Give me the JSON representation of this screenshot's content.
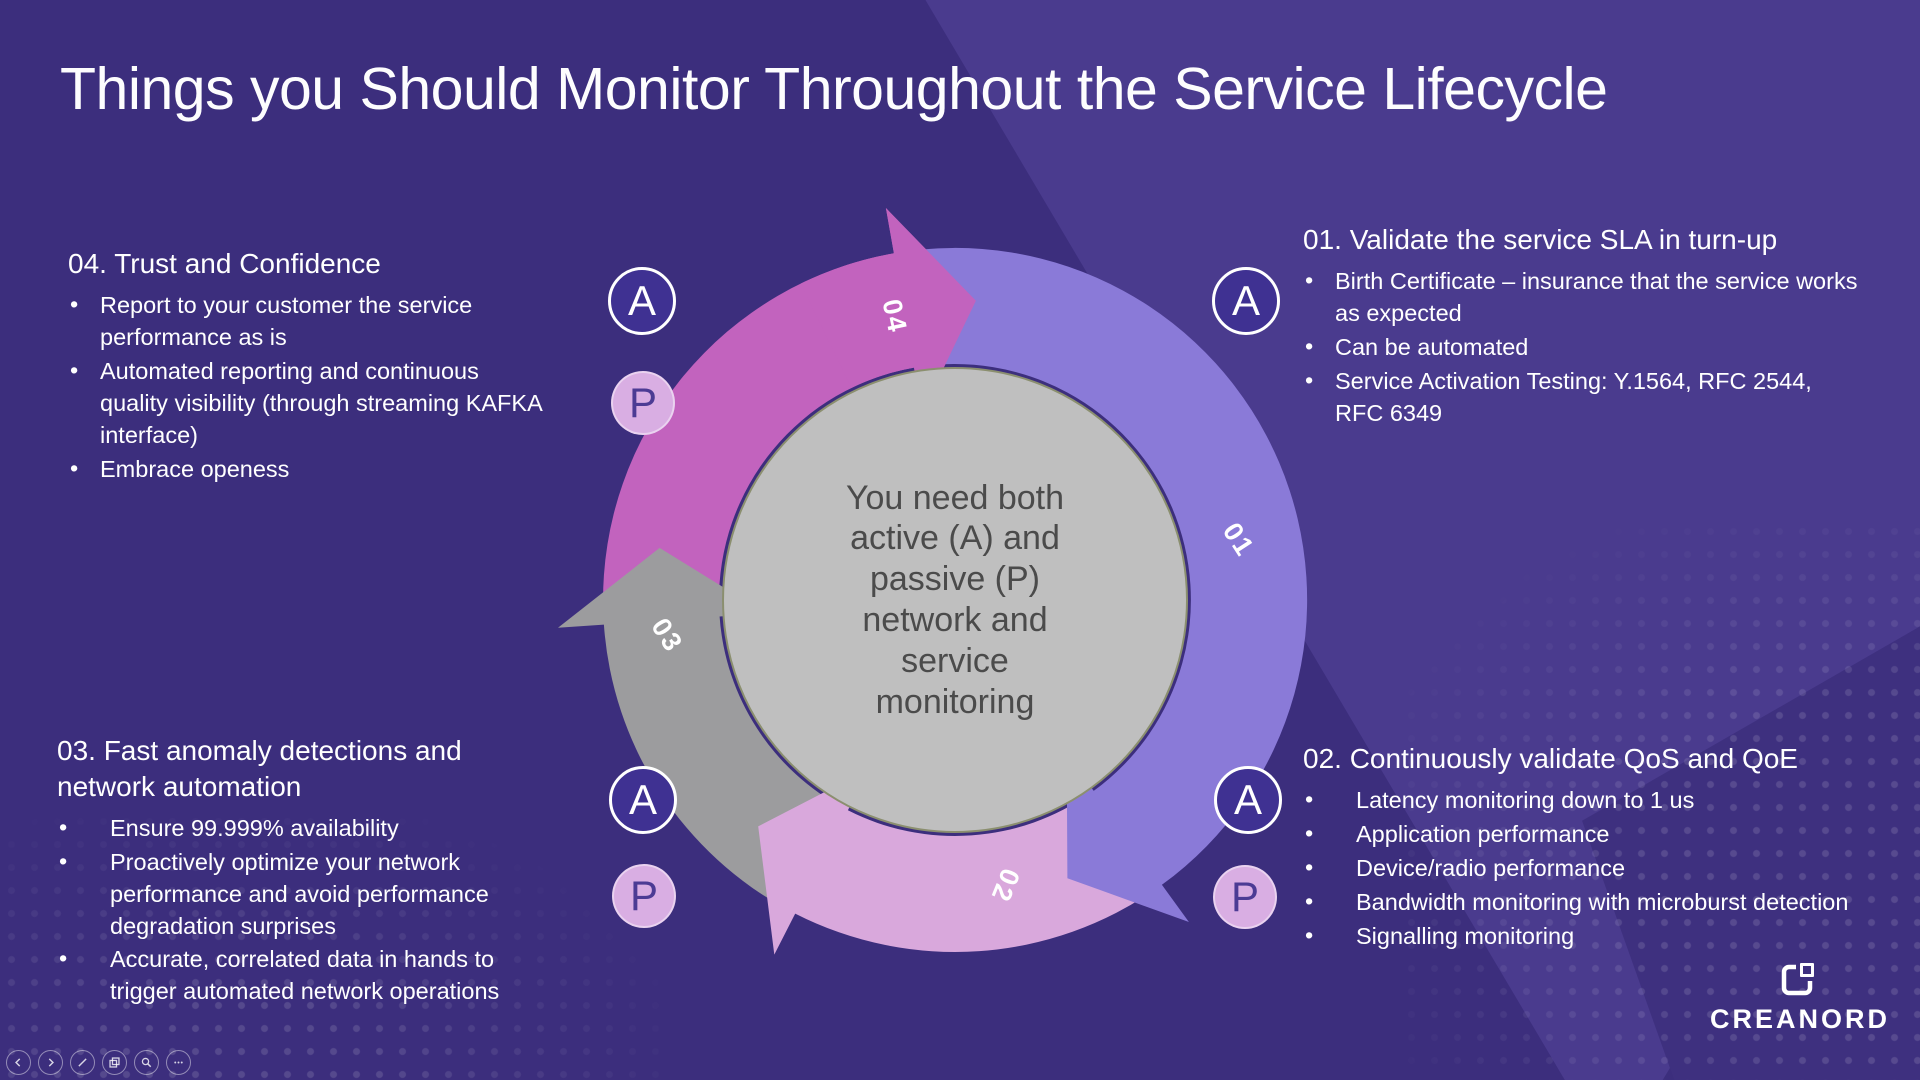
{
  "slide": {
    "title": "Things you Should Monitor Throughout the Service Lifecycle"
  },
  "colors": {
    "background": "#3c2e7d",
    "background_light_band": "#4a3b8e",
    "background_corner": "#3e307f",
    "text": "#ffffff"
  },
  "sections": [
    {
      "id": "01",
      "heading": "01. Validate the service SLA in turn-up",
      "bullets": [
        "Birth Certificate – insurance that the service works as expected",
        "Can be automated",
        "Service Activation Testing: Y.1564, RFC 2544, RFC 6349"
      ]
    },
    {
      "id": "02",
      "heading": "02. Continuously validate QoS and QoE",
      "bullets": [
        "Latency monitoring down to 1 us",
        "Application performance",
        "Device/radio performance",
        "Bandwidth monitoring with microburst detection",
        "Signalling monitoring"
      ]
    },
    {
      "id": "03",
      "heading": "03. Fast anomaly detections and network automation",
      "bullets": [
        "Ensure 99.999% availability",
        "Proactively optimize your network performance and avoid performance degradation surprises",
        "Accurate, correlated data in hands to trigger automated network operations"
      ]
    },
    {
      "id": "04",
      "heading": "04. Trust and Confidence",
      "bullets": [
        "Report to your customer the service performance as is",
        "Automated reporting and continuous quality visibility (through streaming KAFKA interface)",
        "Embrace openess"
      ]
    }
  ],
  "diagram": {
    "center_lines": [
      "You need both",
      "active (A) and",
      "passive (P)",
      "network and",
      "service",
      "monitoring"
    ],
    "center_fill": "#bfbfbf",
    "center_stroke": "#8b8f6f",
    "center_text_color": "#4b4b4b",
    "segments": [
      {
        "label": "04",
        "color": "#c263be",
        "start": 269,
        "end": 350,
        "label_angle": 348,
        "label_rotation": 78
      },
      {
        "label": "03",
        "color": "#9c9c9e",
        "start": 208,
        "end": 266,
        "label_angle": 263,
        "label_rotation": 58
      },
      {
        "label": "02",
        "color": "#d9a8dc",
        "start": 145,
        "end": 207,
        "label_angle": 170,
        "label_rotation": 112
      },
      {
        "label": "01",
        "color": "#8a7ad8",
        "start": 350,
        "end": 144,
        "label_angle": 78,
        "label_rotation": 57
      }
    ]
  },
  "badges": {
    "active_label": "A",
    "passive_label": "P"
  },
  "logo": {
    "name": "CREANORD"
  },
  "toolbar": {
    "icons": [
      {
        "name": "previous-slide-button"
      },
      {
        "name": "next-slide-button"
      },
      {
        "name": "pen-tools-button"
      },
      {
        "name": "see-all-slides-button"
      },
      {
        "name": "zoom-slide-button"
      },
      {
        "name": "more-options-button"
      }
    ]
  }
}
